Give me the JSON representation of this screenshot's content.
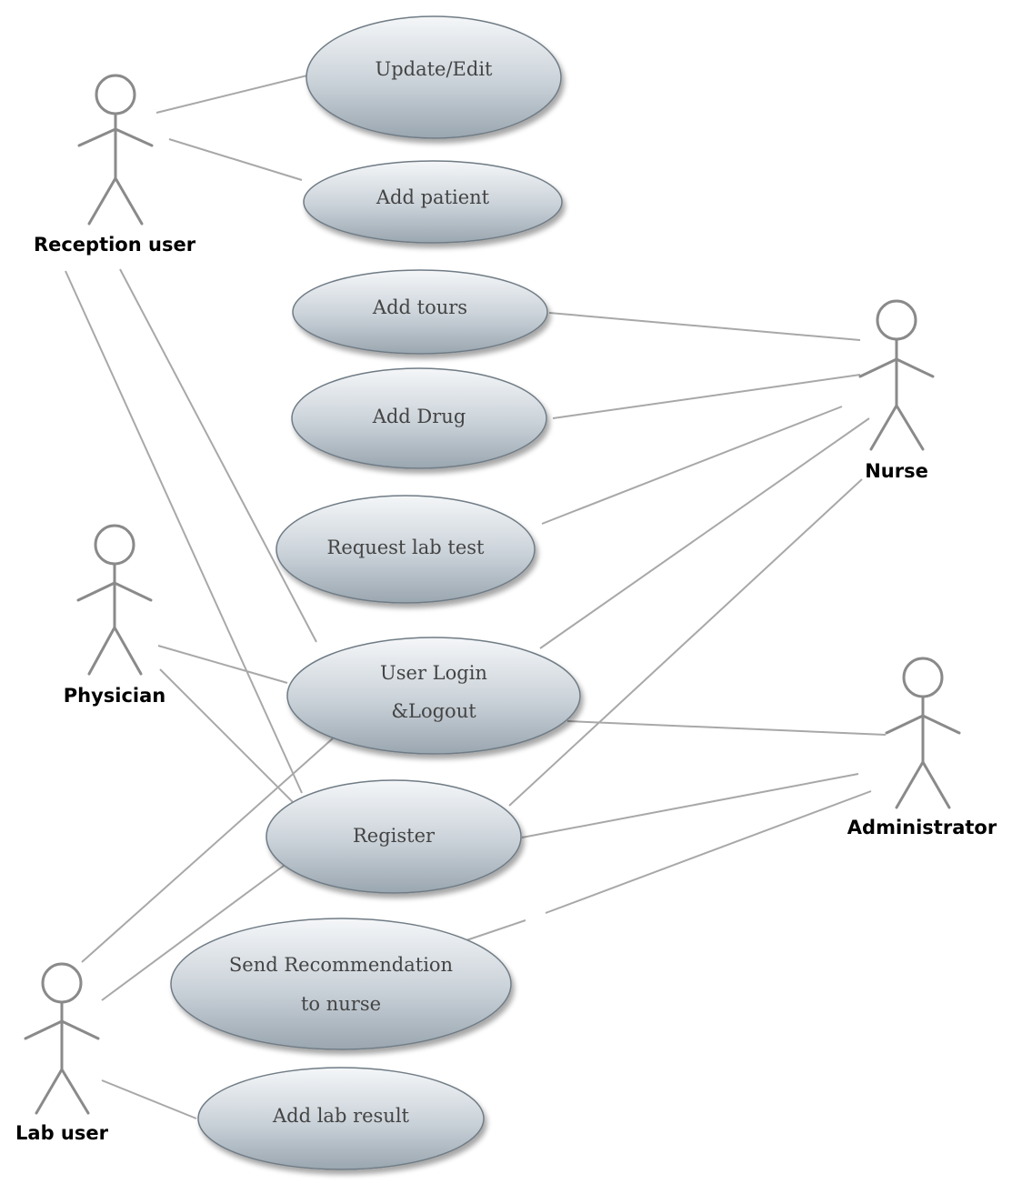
{
  "diagram": {
    "actors": {
      "reception": "Reception user",
      "nurse": "Nurse",
      "physician": "Physician",
      "administrator": "Administrator",
      "lab": "Lab user"
    },
    "use_cases": {
      "update_edit": "Update/Edit",
      "add_patient": "Add patient",
      "add_tours": "Add tours",
      "add_drug": "Add Drug",
      "request_lab_test": "Request lab test",
      "user_login_line1": "User Login",
      "user_login_line2": "&Logout",
      "register": "Register",
      "send_rec_line1": "Send Recommendation",
      "send_rec_line2": "to nurse",
      "add_lab_result": "Add lab result"
    }
  }
}
